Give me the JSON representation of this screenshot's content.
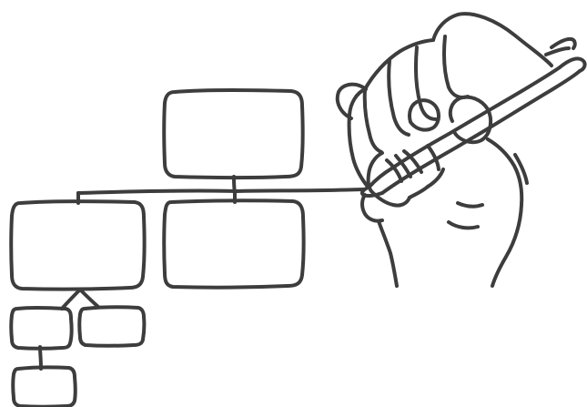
{
  "diagram": {
    "type": "hand-drawn org chart sketch",
    "has_text": false,
    "style": {
      "ink_color": "#3d3d3d",
      "background_color": "#ffffff"
    },
    "nodes": [
      {
        "id": "root",
        "level": 0
      },
      {
        "id": "left-child",
        "level": 1,
        "parent": "root"
      },
      {
        "id": "right-child",
        "level": 1,
        "parent": "root"
      },
      {
        "id": "left-grandchild-1",
        "level": 2,
        "parent": "left-child"
      },
      {
        "id": "left-grandchild-2",
        "level": 2,
        "parent": "left-child"
      },
      {
        "id": "left-great-grandchild",
        "level": 3,
        "parent": "left-grandchild-1"
      }
    ],
    "illustration": {
      "hand": "hand-icon",
      "marker": "marker-pen-icon"
    }
  }
}
